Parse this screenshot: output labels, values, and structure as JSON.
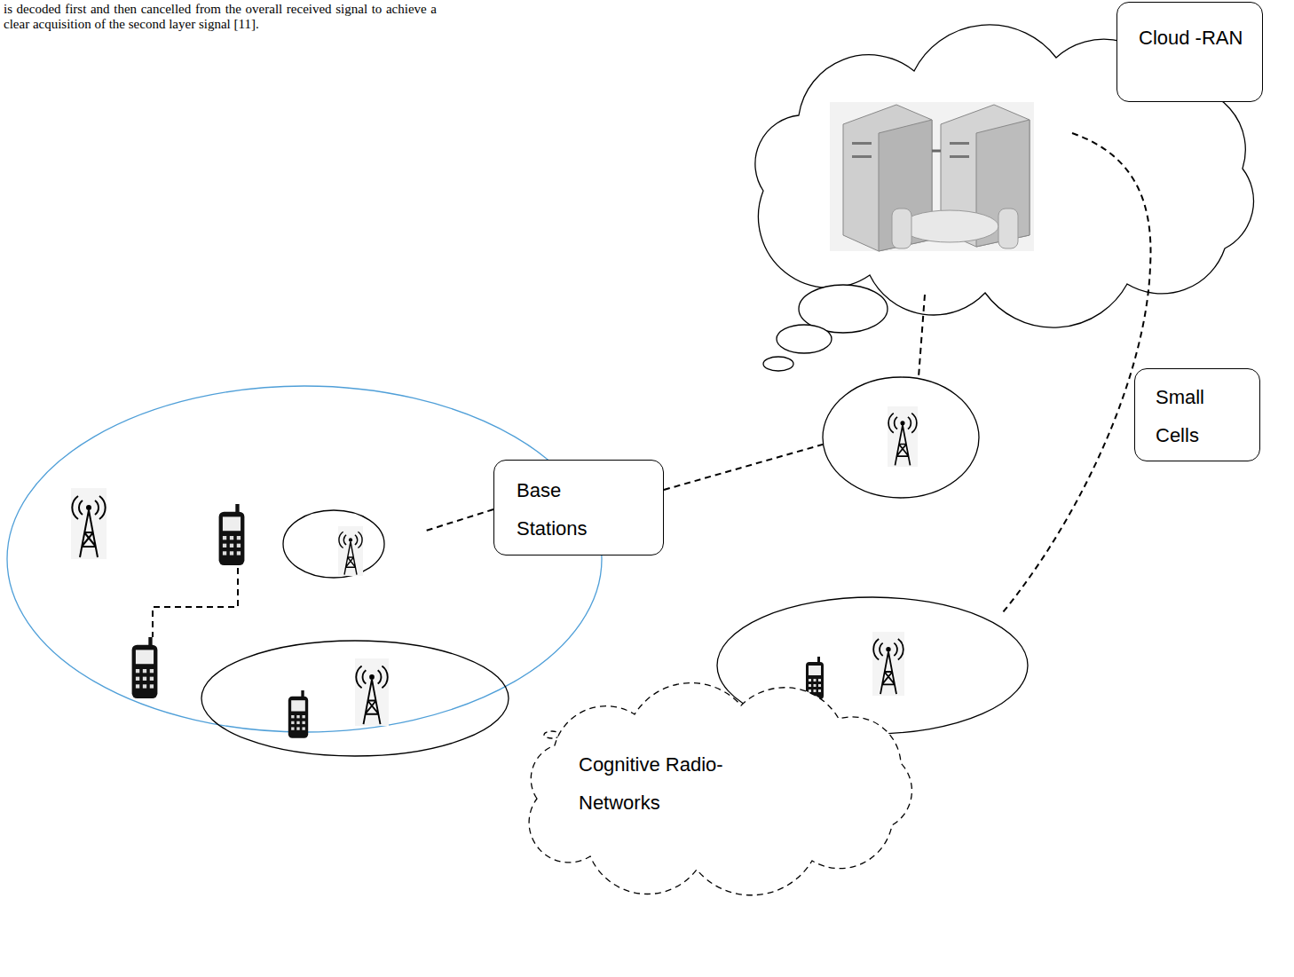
{
  "diagram": {
    "nodes": [
      {
        "text": [
          "Cloud -RAN"
        ]
      },
      {
        "text": [
          "Small Cells"
        ]
      },
      {
        "text": [
          "Base Stations"
        ]
      },
      {
        "text": [
          "Cognitive Radio- Networks"
        ]
      }
    ],
    "labels": [
      "is decoded first and then cancelled from the overall received signal to achieve a clear acquisition of the second layer signal [11]."
    ]
  }
}
